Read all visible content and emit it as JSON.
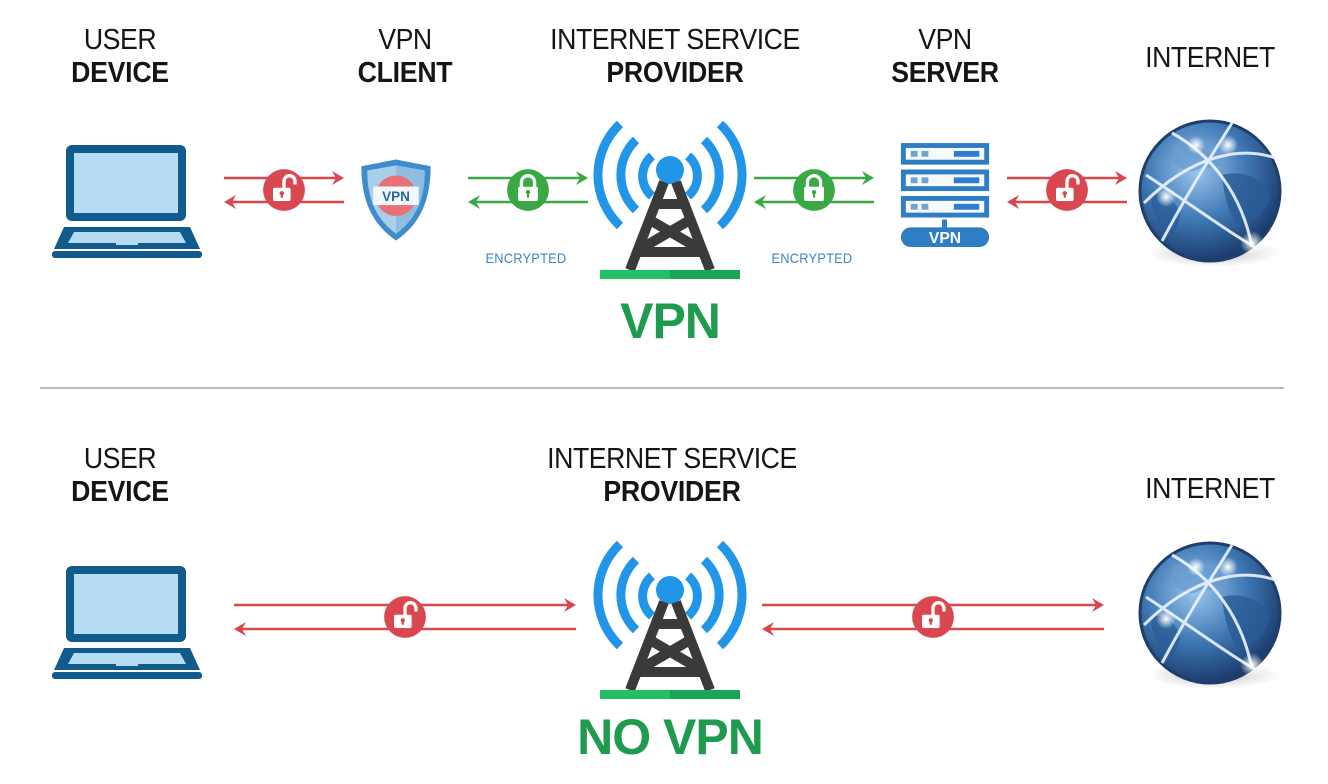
{
  "colors": {
    "device_blue": "#115a8c",
    "screen_blue": "#b6dcf4",
    "secure_green": "#3aa845",
    "insecure_red": "#d9484e",
    "label_green": "#1e9b4e",
    "tower_dark": "#3a3a3a",
    "signal_blue": "#2196e8",
    "encrypted_text": "#3b86c4"
  },
  "vpn_section": {
    "nodes": [
      {
        "line1": "USER",
        "line2": "DEVICE",
        "icon": "laptop-icon"
      },
      {
        "line1": "VPN",
        "line2": "CLIENT",
        "icon": "vpn-shield-icon",
        "badge": "VPN"
      },
      {
        "line1": "INTERNET SERVICE",
        "line2": "PROVIDER",
        "icon": "cell-tower-icon"
      },
      {
        "line1": "VPN",
        "line2": "SERVER",
        "icon": "server-icon",
        "badge": "VPN"
      },
      {
        "line1": "INTERNET",
        "line2": "",
        "icon": "globe-icon"
      }
    ],
    "links": [
      {
        "from": "USER DEVICE",
        "to": "VPN CLIENT",
        "lock": "unlocked",
        "status": ""
      },
      {
        "from": "VPN CLIENT",
        "to": "INTERNET SERVICE PROVIDER",
        "lock": "locked",
        "status": "ENCRYPTED"
      },
      {
        "from": "INTERNET SERVICE PROVIDER",
        "to": "VPN SERVER",
        "lock": "locked",
        "status": "ENCRYPTED"
      },
      {
        "from": "VPN SERVER",
        "to": "INTERNET",
        "lock": "unlocked",
        "status": ""
      }
    ],
    "title": "VPN"
  },
  "novpn_section": {
    "nodes": [
      {
        "line1": "USER",
        "line2": "DEVICE",
        "icon": "laptop-icon"
      },
      {
        "line1": "INTERNET SERVICE",
        "line2": "PROVIDER",
        "icon": "cell-tower-icon"
      },
      {
        "line1": "INTERNET",
        "line2": "",
        "icon": "globe-icon"
      }
    ],
    "links": [
      {
        "from": "USER DEVICE",
        "to": "INTERNET SERVICE PROVIDER",
        "lock": "unlocked"
      },
      {
        "from": "INTERNET SERVICE PROVIDER",
        "to": "INTERNET",
        "lock": "unlocked"
      }
    ],
    "title": "NO VPN"
  }
}
